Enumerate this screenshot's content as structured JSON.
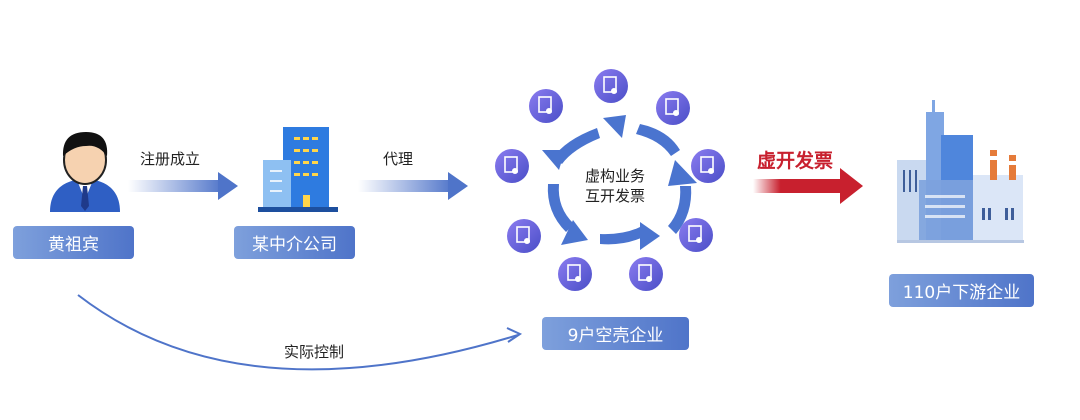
{
  "nodes": {
    "person": "黄祖宾",
    "company": "某中介公司",
    "shells": "9户空壳企业",
    "downstream": "110户下游企业"
  },
  "edges": {
    "register": "注册成立",
    "proxy": "代理",
    "invoice": "虚开发票",
    "control": "实际控制"
  },
  "cycle": {
    "line1": "虚构业务",
    "line2": "互开发票"
  },
  "colors": {
    "primary": "#4f74c9",
    "accent_red": "#c8202e",
    "circle_icon": "#6e5fd6"
  }
}
